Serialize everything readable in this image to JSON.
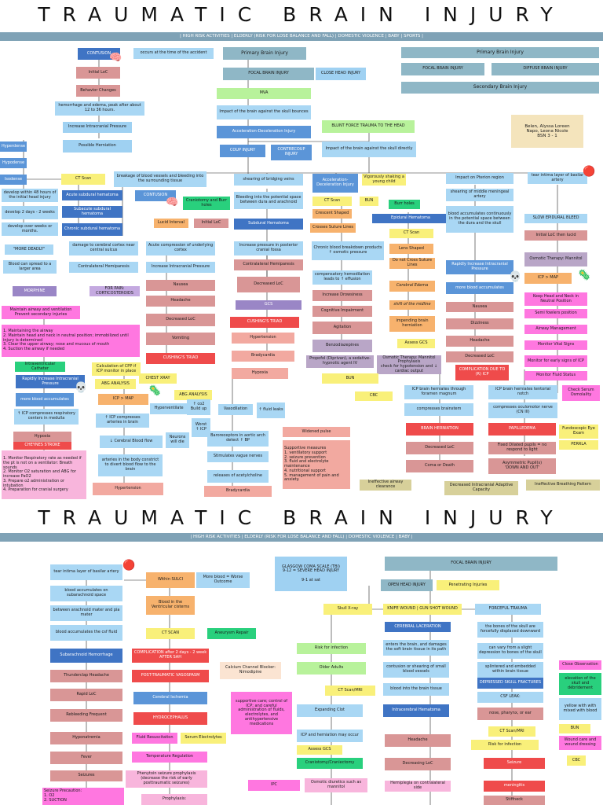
{
  "top": {
    "title": "TRAUMATIC BRAIN INJURY",
    "subtitle": "| HIGH RISK ACTIVITIES | ELDERLY (RISK FOR LOSE BALANCE AND FALL) | DOMESTIC VIOLENCE | BABY | SPORTS |",
    "legend": {
      "primary": "Primary Brain Injury",
      "focal": "FOCAL BRAIN INJURY",
      "diffuse": "DIFFUSE BRAIN INJURY",
      "secondary": "Secondary Brain Injury"
    },
    "authors": "Belen, Alyssa Loreen\nNapo, Leona Nicole\nBSN 3 - 1",
    "nodes": {
      "contusion": "CONTUSION",
      "occurs": "occurs at the time of the accident",
      "primary_injury": "Primary Brain Injury",
      "initial_loc": "Initial LoC",
      "behavior": "Behavior Changes",
      "focal_injury": "FOCAL BRAIN INJURY",
      "close_head": "CLOSE HEAD INJURY",
      "hemorrhage_edema": "hemorrhage and edema, peak after about 12 to 36 hours.",
      "mva": "MVA",
      "impact_skull": "Impact of the brain against the skull bounces",
      "inc_icp": "Increase Intracranial Pressure",
      "accel_decel": "Acceleration-Deceleration Injury",
      "blunt": "BLUNT FORCE TRAUMA TO THE HEAD",
      "possible_herniation": "Possible Herniation",
      "coup": "COUP INJURY",
      "contrecoup": "CONTRECOUP INJURY",
      "impact_directly": "Impact of the brain against the skull directly",
      "hyperdense": "Hyperdense",
      "hypodense": "Hypodense",
      "isodense": "Isodense",
      "ct_scan": "CT Scan",
      "breakage": "breakage of blood vessels and bleeding into the surrounding tissue",
      "shearing_bridging": "shearing of bridging veins",
      "accel_decel2": "Acceleration-Deceleration Injury",
      "vigorously": "Vigorously shaking a young child",
      "impact_pterion": "Impact on Pterion region",
      "tear_intima": "tear intima layer of basilar artery",
      "develop_48": "develop within 48 hours of the initial head injury",
      "acute_sdh": "Acute subdural hematoma",
      "contusion2": "CONTUSION",
      "craniotomy_burr": "Craniotomy and Burr holes",
      "bleeding_potential": "Bleeding into the potential space between dura and arachnoid",
      "bun1": "BUN",
      "burr_holes": "Burr holes",
      "shearing_meningeal": "shearing of middle meningeal artery",
      "develop_2days": "develop 2 days - 2 weeks",
      "subacute": "Subacute subdural hematoma",
      "ct_scan2": "CT Scan",
      "crescent": "Crescent Shaped",
      "epidural": "Epidural Hematoma",
      "blood_accum_potential": "blood accumulates continuously in the potential space between the dura and the skull",
      "slow_epidural": "SLOW EPIDURAL BLEED",
      "develop_weeks": "develop over weeks or months.",
      "chronic_sdh": "Chronic subdural hematoma",
      "lucid_interval": "Lucid Interval",
      "initial_loc2": "Initial LoC",
      "subdural_hematoma": "Subdural Hematoma",
      "crosses_sutures": "Crosses Suture Lines",
      "ct_scan3": "CT Scan",
      "initial_loc_lucid": "Initial LoC then lucid",
      "more_deadly": "\"MORE DEADLY\"",
      "damage_cortex": "damage to cerebral cortex near central sulcus",
      "acute_compression": "Acute compression of underlying cortex",
      "inc_pressure_posterior": "Increase pressure in posterior cranial fossa",
      "chronic_breakdown": "Chronic blood breakdown products ↑ osmotic pressure",
      "lens_shaped": "Lens Shaped",
      "osmotic_therapy": "Osmotic Therapy: Mannitol",
      "spread_blood": "Blood can spread to a larger area",
      "contralateral_hemi": "Contralateral Hemiparesis",
      "inc_icp2": "Increase Intracranial Pressure",
      "contralateral_hemi2": "Contralateral Hemiparesis",
      "compensatory": "compensatory hemodilation leads to ↑ effusion",
      "not_cross": "Do not Cross Suture Lines",
      "rapidly_inc": "Rapidly Increase Intracranial Pressure",
      "icp_map": "ICP > MAP",
      "morphine": "MORPHINE",
      "corticosteroids": "FOR PAIN: CORTICOSTEROIDS",
      "nausea": "Nausea",
      "decreased_loc": "Decreased LoC",
      "cerebral_edema": "Cerebral Edema",
      "more_blood": "more blood accumulates",
      "keep_head": "Keep Head and Neck in Neutral Position",
      "headache": "Headache",
      "inc_drowsiness": "Increase Drowsiness",
      "shift_midline": "shift of the midline",
      "nausea2": "Nausea",
      "semi_fowlers": "Semi fowlers position",
      "maintain_airway": "Maintain airway and ventilation\nPrevent secondary injuries",
      "gcs": "GCS",
      "decreased_loc2": "Decreased LoC",
      "cognitive": "Cognitive Impairment",
      "impending": "impending brain herniation",
      "dizziness": "Dizziness",
      "airway_mgmt": "Airway Management",
      "interventions": "1. Maintaining the airway\n2. Maintain head and neck in neutral position; immobilized until injury is determined\n3. Clear the upper airway; nose and mucous of mouth\n4. Suction the airway if needed",
      "vomiting": "Vomiting",
      "cushings_triad": "CUSHING'S TRIAD",
      "agitation": "Agitation",
      "headache2": "Headache",
      "monitor_vitals": "Monitor Vital Signs",
      "hypertension": "Hypertension",
      "assess_gcs": "Assess GCS",
      "decreased_loc3": "Decreased LoC",
      "cushings_triad2": "CUSHING'S TRIAD",
      "benzodiazepines": "Benzodiazepines",
      "monitor_early": "Monitor for early signs of ICP",
      "intraventricular": "Intraventricular Catheter",
      "calc_cpp": "Calculation of CPP if ICP monitor in place",
      "bradycardia": "Bradycardia",
      "osmotic_diuretic": "Osmotic Therapy: Mannitol\nProphylaxis\ncheck for hypotension and ↓ cardiac output",
      "complication": "COMPLICATION DUE TO (R) ICP",
      "rapidly_inc2": "Rapidly Increase Intracranial Pressure",
      "abg_analysis": "ABG ANALYSIS",
      "chest_xray": "CHEST XRAY",
      "hypoxia": "Hypoxia",
      "propofol": "Propofol (Diprivan), a sedative-hypnotic agent IV",
      "bun2": "BUN",
      "monitor_fluid": "Monitor Fluid Status",
      "abg_analysis2": "ABG ANALYSIS",
      "cbc": "CBC",
      "icp_herniates_foramen": "ICP brain herniates through foramen magnum",
      "icp_herniates_tentorial": "ICP brain herniates tentorial notch",
      "check_osmolality": "Check Serum Osmolality",
      "more_blood2": "more blood accumulates",
      "icp_map2": "ICP > MAP",
      "hyperventilate": "Hyperventilate",
      "co2_buildup": "↑ co2 Build up",
      "vasodilation": "Vasodilation",
      "fluid_leaks": "↑ fluid leaks",
      "compresses_stem": "compresses brainstem",
      "compresses_oculomotor": "compresses oculomotor nerve (CN III)",
      "icp_compresses_resp": "↑ ICP compresses respiratory centers in medulla",
      "icp_compresses_arteries": "↑ ICP compresses arteries in brain",
      "worst_icp": "Worst ↑ ICP",
      "baroreceptors": "Baroreceptors in aortic arch detect ↑ BP",
      "brain_herniation": "BRAIN HERNIATION",
      "papilledema": "PAPILLEDEMA",
      "fundoscopic": "Fundoscopic Eye Exam",
      "hypoxia2": "Hypoxia",
      "cerebral_blood_flow": "↓ Cerebral Blood flow",
      "neurons_die": "Neurons will die",
      "widened_pulse": "Widened pulse",
      "cheynes": "CHEYNES STROKE",
      "stimulates_vagus": "Stimulates vague nerves",
      "supportive": "Supportive measures\n1. ventilatory support\n2. seizure prevention\n3. fluid and electrolyte maintenance\n4. nutritional support\n5. management of pain and anxiety.",
      "decreased_loc4": "Decreased LoC",
      "fixed_dilated": "Fixed Dilated pupils = no respond to light",
      "perrla": "PERRLA",
      "monitor_resp": "1. Monitor Respiratory rate as needed if the pt is not on a ventilator: Breath sounds\n2. Monitor O2 saturation and ABG for increase PaO2\n3. Prepare o2 administration or intubation\n4. Preparation for cranial surgery",
      "arteries_constrict": "arteries in the body constrict to divert blood flow to the brain",
      "releases_ach": "releases of acetylcholine",
      "coma_death": "Coma or Death",
      "asymmetric_pupil": "Asymmetric Pupil(s)\n'DOWN AND OUT'",
      "hypertension2": "Hypertension",
      "bradycardia2": "Bradycardia",
      "ineff_airway": "Ineffective airway clearance",
      "dec_adaptive": "Decreased Intracranial Adaptive Capacity",
      "ineff_breathing": "Ineffective Breathing Pattern"
    }
  },
  "bottom": {
    "title": "TRAUMATIC BRAIN INJURY",
    "subtitle": "| HIGH RISK ACTIVITIES | ELDERLY (RISK FOR LOSE BALANCE AND FALL) | DOMESTIC VIOLENCE | BABY |",
    "nodes": {
      "tear_intima": "tear intima layer of basilar artery",
      "within_sulci": "Within SULCI",
      "more_blood_worse": "More blood = Worse Outcome",
      "gcs_box": "GLASGOW COMA SCALE (TBI)\n9-12 = SEVERE HEAD INJURY\n\n9-1 at sat",
      "focal_injury": "FOCAL BRAIN INJURY",
      "blood_accum_sub": "blood accumulates on subarachnoid space",
      "blood_ventricular": "Blood in the Ventricular cisterns",
      "open_head": "OPEN HEAD INJURY",
      "penetrating": "Penetrating Injuries",
      "between_arachnoid": "between arachnoid mater and pia mater",
      "ct_scan": "CT SCAN",
      "aneurysm": "Aneurysm Repair",
      "skull_xray": "Skull X-ray",
      "knife_wound": "KNIFE WOUND | GUN SHOT WOUND",
      "forceful_trauma": "FORCEFUL TRAUMA",
      "blood_csf": "blood accumulates the csf fluid",
      "complication": "COMPLICATION after 2 days - 2 week AFTER SAH",
      "cerebral_laceration": "CEREBRAL LACERATION",
      "bones_forced": "the bones of the skull are forcefully displaced downward",
      "sah": "Subarachnoid Hemorrhage",
      "vasospasm": "POST-TRAUMATIC VASOSPASM",
      "calcium_blocker": "Calcium Channel Blocker: Nimodipine",
      "risk_infection": "Risk for infection",
      "enters_brain": "enters the brain, and damages the soft brain tissue in its path",
      "slight_depression": "can vary from a slight depression to bones of the skull",
      "thunderclap": "Thunderclap Headache",
      "older_adults": "Older Adults",
      "contusion_shearing": "contusion or shearing of small blood vessels",
      "splintered": "splintered and embedded within brain tissue",
      "close_observation": "Close Observation",
      "rapid_loc": "Rapid LoC",
      "cerebral_ischemia": "Cerebral Ischemia",
      "supportive_care": "supportive care; control of ICP; and careful administration of fluids, electrolytes, and antihypertensive medications",
      "ct_mri": "CT Scan/MRI",
      "blood_into_tissue": "blood into the brain tissue",
      "depressed_fracture": "DEPRESSED SKULL FRACTURES",
      "elevation": "elevation of the skull and débridement",
      "rebleeding": "Rebleeding Frequent",
      "hydrocephalus": "HYDROCEPHALUS",
      "expanding_clot": "Expanding Clot",
      "intracerebral": "Intracerebral Hematoma",
      "csf_leak": "CSF LEAK:",
      "yellow_blood": "yellow with with mixed with blood",
      "nose_pharynx": "nose, pharynx, or ear",
      "hyponatremia": "Hyponatremia",
      "fluid_resus": "Fluid Resuscitation",
      "serum_electrolytes": "Serum Electrolytes",
      "icp_herniation_occur": "ICP and herniation may occur",
      "ct_mri2": "CT Scan/MRI",
      "bun": "BUN",
      "headache": "Headache",
      "wound_care": "Wound care and wound dressing",
      "fever": "Fever",
      "temp_reg": "Temperature Regulation",
      "assess_gcs": "Assess GCS",
      "risk_infection2": "Risk for infection",
      "cbc": "CBC",
      "craniotomy": "Craniotomy/Craniectomy",
      "seizures": "Seizures",
      "phenytoin": "Phenytoin seizure prophylaxis (decrease the risk of early posttraumatic seizures)",
      "decreasing_loc": "Decreasing LoC",
      "seizure": "Seizure",
      "icp_short": "IPC",
      "osmotic_diuretics": "Osmotic diuretics such as mannitol",
      "hemiplegia": "Hemiplegia on contralateral side",
      "meningitis": "meningitis",
      "seizure_precaution": "Seizure Precaution:\n1.          O2\n2.      SUCTION",
      "prophylaxis": "Prophylaxis:",
      "stiffneck": "Stiffneck"
    }
  }
}
